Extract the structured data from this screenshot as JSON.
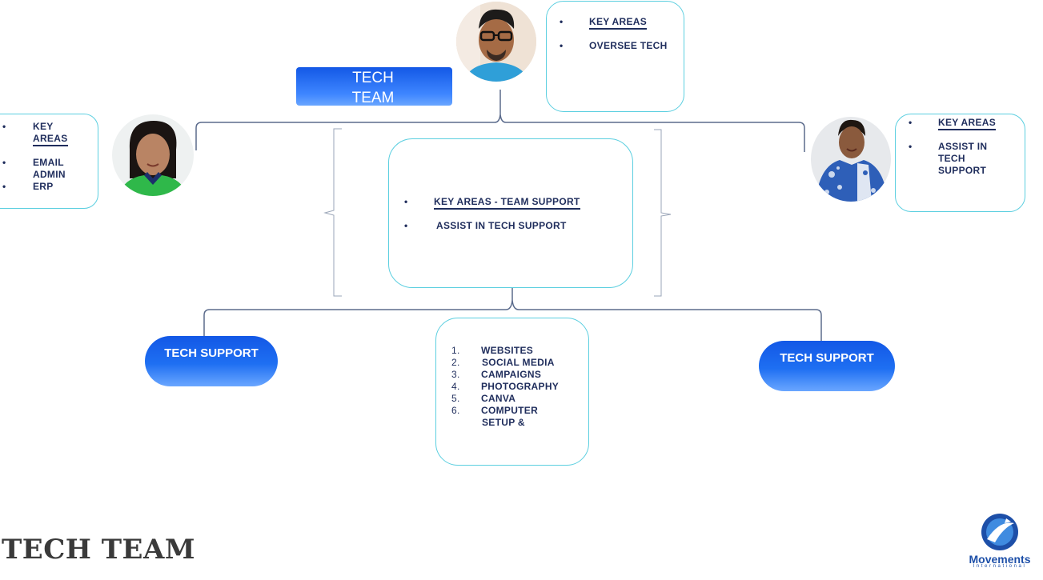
{
  "tech_team_label": [
    "TECH",
    "TEAM"
  ],
  "footer_title": "TECH TEAM",
  "logo": {
    "name": "Movements",
    "sub": "International"
  },
  "top_box": {
    "items": [
      "KEY AREAS",
      "OVERSEE TECH"
    ]
  },
  "left_box": {
    "items": [
      "KEY",
      "AREAS",
      "EMAIL",
      "ADMIN",
      "ERP"
    ]
  },
  "right_box": {
    "items": [
      "KEY AREAS",
      "ASSIST IN",
      "TECH",
      "SUPPORT"
    ]
  },
  "center_box": {
    "items": [
      "KEY AREAS - TEAM SUPPORT",
      "ASSIST IN TECH SUPPORT"
    ]
  },
  "left_pill": "TECH SUPPORT",
  "right_pill": "TECH SUPPORT",
  "bottom_list": {
    "numbers": [
      "1.",
      "2.",
      "3.",
      "4.",
      "5.",
      "6."
    ],
    "items": [
      "WEBSITES",
      "SOCIAL MEDIA",
      "CAMPAIGNS",
      "PHOTOGRAPHY",
      "CANVA",
      "COMPUTER",
      "SETUP &"
    ]
  },
  "bullet": "•",
  "colors": {
    "navy": "#1f2d5c",
    "border": "#5ccfe0",
    "pill_top": "#1358e6",
    "pill_bottom": "#6aa6ff"
  }
}
